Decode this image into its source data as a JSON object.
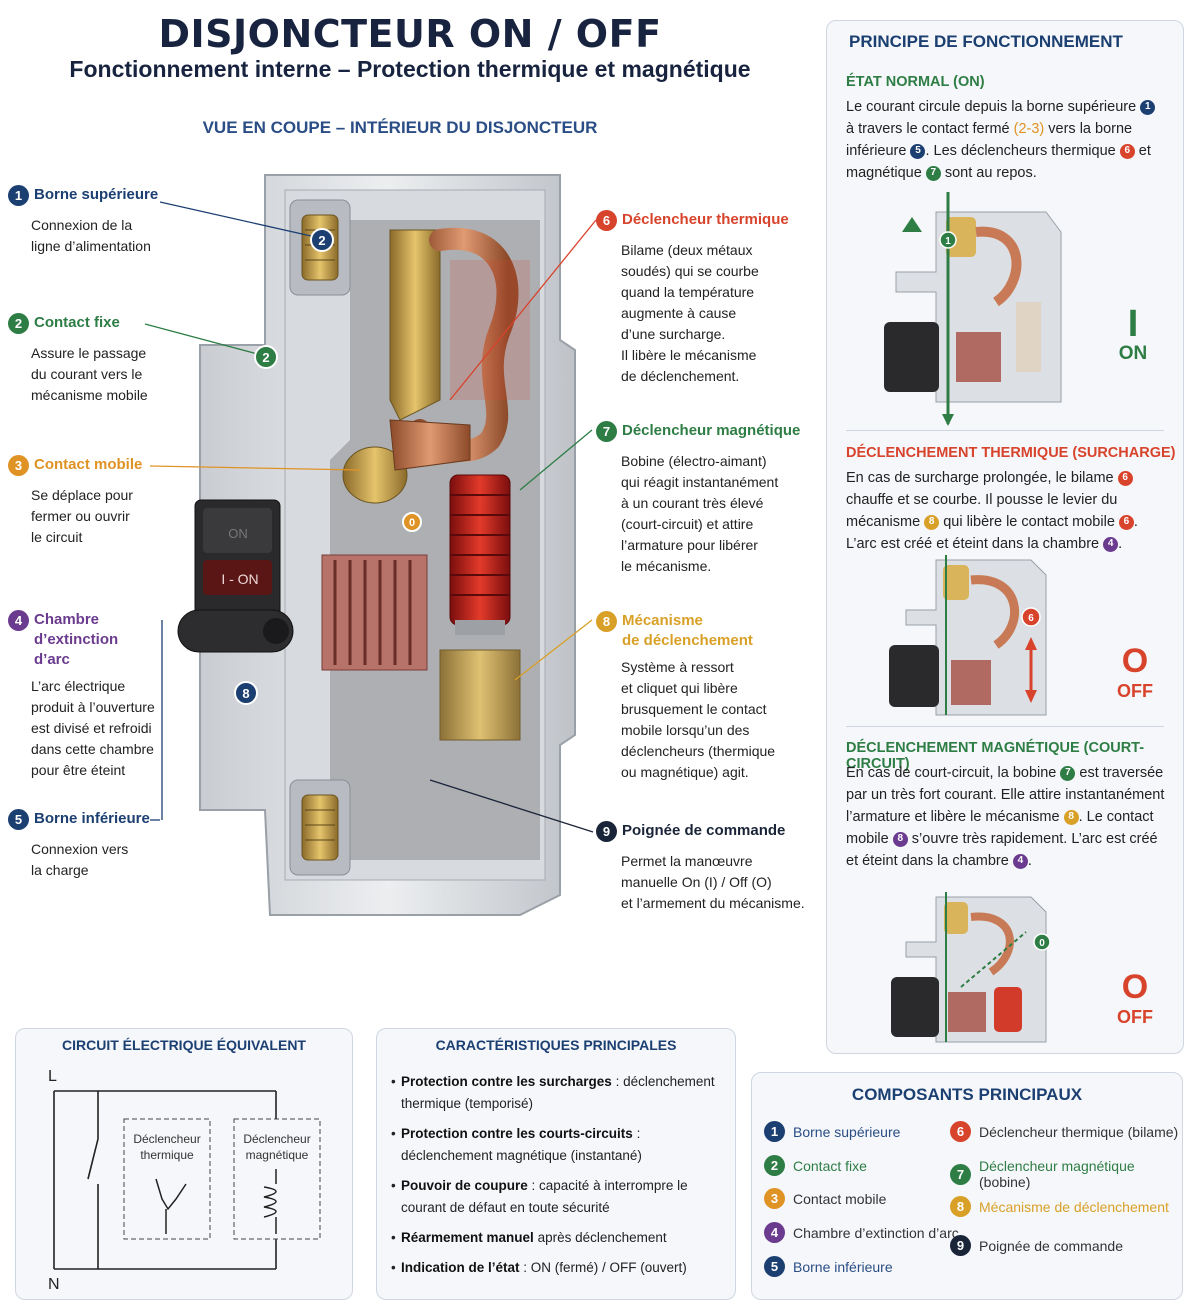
{
  "header": {
    "title": "DISJONCTEUR ON / OFF",
    "subtitle": "Fonctionnement interne – Protection thermique et magnétique",
    "section": "VUE EN COUPE – INTÉRIEUR DU DISJONCTEUR"
  },
  "labels": {
    "l1": {
      "num": "1",
      "title": "Borne supérieure",
      "desc": "Connexion de la\nligne d’alimentation"
    },
    "l2": {
      "num": "2",
      "title": "Contact fixe",
      "desc": "Assure le passage\ndu courant vers le\nmécanisme mobile"
    },
    "l3": {
      "num": "3",
      "title": "Contact mobile",
      "desc": "Se déplace pour\nfermer ou ouvrir\nle circuit"
    },
    "l4": {
      "num": "4",
      "title": "Chambre d’extinction\nd’arc",
      "desc": "L’arc électrique\nproduit à l’ouverture\nest divisé et refroidi\ndans cette chambre\npour être éteint"
    },
    "l5": {
      "num": "5",
      "title": "Borne inférieure",
      "desc": "Connexion vers\nla charge"
    },
    "l6": {
      "num": "6",
      "title": "Déclencheur thermique",
      "desc": "Bilame (deux métaux\nsoudés) qui se courbe\nquand la température\naugmente à cause\nd’une surcharge.\nIl libère le mécanisme\nde déclenchement."
    },
    "l7": {
      "num": "7",
      "title": "Déclencheur magnétique",
      "desc": "Bobine (électro-aimant)\nqui réagit instantanément\nà un courant très élevé\n(court-circuit) et attire\nl’armature pour libérer\nle mécanisme."
    },
    "l8": {
      "num": "8",
      "title": "Mécanisme\nde déclenchement",
      "desc": "Système à ressort\net cliquet qui libère\nbrusquement le contact\nmobile lorsqu’un des\ndéclencheurs (thermique\nou magnétique) agit."
    },
    "l9": {
      "num": "9",
      "title": "Poignée de commande",
      "desc": "Permet la manœuvre\nmanuelle On (I) / Off (O)\net l’armement du mécanisme."
    }
  },
  "diagram_marks": {
    "m1": "2",
    "m2": "2",
    "m3": "8",
    "m4": "0",
    "handle_text": "I - ON",
    "handle_top": "ON"
  },
  "principe": {
    "title": "PRINCIPE DE FONCTIONNEMENT",
    "s1": {
      "head": "ÉTAT NORMAL (ON)",
      "t1": "Le courant circule depuis la borne supérieure ",
      "n1": "1",
      "t2": " à travers le contact fermé ",
      "t3": "(2-3)",
      "t4": " vers la borne inférieure ",
      "n2": "5",
      "t5": ". Les déclencheurs thermique ",
      "n3": "6",
      "t6": " et magnétique ",
      "n4": "7",
      "t7": " sont au repos.",
      "big": "I",
      "small": "ON",
      "mark": "1"
    },
    "s2": {
      "head": "DÉCLENCHEMENT THERMIQUE (SURCHARGE)",
      "t1": "En cas de surcharge prolongée, le bilame ",
      "n1": "6",
      "t2": " chauffe et se courbe. Il pousse le levier du mécanisme ",
      "n2": "8",
      "t3": " qui libère le contact mobile ",
      "n3": "6",
      "t4": ". L’arc est créé et éteint dans la chambre ",
      "n4": "4",
      "t5": ".",
      "big": "O",
      "small": "OFF",
      "mark": "6"
    },
    "s3": {
      "head": "DÉCLENCHEMENT MAGNÉTIQUE (COURT-CIRCUIT)",
      "t1": "En cas de court-circuit, la bobine ",
      "n1": "7",
      "t2": " est traversée par un très fort courant. Elle attire instantanément l’armature et libère le mécanisme ",
      "n2": "8",
      "t3": ". Le contact mobile ",
      "n3": "8",
      "t4": " s’ouvre très rapidement. L’arc est créé et éteint dans la chambre ",
      "n4": "4",
      "t5": ".",
      "big": "O",
      "small": "OFF",
      "mark": "0"
    }
  },
  "circuit": {
    "title": "CIRCUIT ÉLECTRIQUE ÉQUIVALENT",
    "line": "L",
    "neutral": "N",
    "thermal_1": "Déclencheur",
    "thermal_2": "thermique",
    "magnetic_1": "Déclencheur",
    "magnetic_2": "magnétique"
  },
  "caracteristiques": {
    "title": "CARACTÉRISTIQUES PRINCIPALES",
    "items": [
      {
        "bold": "Protection contre les surcharges",
        "rest": " : déclenchement thermique (temporisé)"
      },
      {
        "bold": "Protection contre les courts-circuits",
        "rest": " : déclenchement magnétique (instantané)"
      },
      {
        "bold": "Pouvoir de coupure",
        "rest": " : capacité à interrompre le courant de défaut en toute sécurité"
      },
      {
        "bold": "Réarmement manuel",
        "rest": " après déclenchement"
      },
      {
        "bold": "Indication de l’état",
        "rest": " : ON (fermé) / OFF (ouvert)"
      }
    ]
  },
  "composants": {
    "title": "COMPOSANTS PRINCIPAUX",
    "items": [
      {
        "num": "1",
        "label": "Borne supérieure",
        "color": "#2a4d86"
      },
      {
        "num": "2",
        "label": "Contact fixe",
        "color": "#2e7d45"
      },
      {
        "num": "3",
        "label": "Contact mobile",
        "color": "#333333"
      },
      {
        "num": "4",
        "label": "Chambre d’extinction d’arc",
        "color": "#333333"
      },
      {
        "num": "5",
        "label": "Borne inférieure",
        "color": "#2a4d86"
      },
      {
        "num": "6",
        "label": "Déclencheur thermique (bilame)",
        "color": "#333333"
      },
      {
        "num": "7",
        "label": "Déclencheur magnétique",
        "extra": " (bobine)",
        "color": "#2e7d45"
      },
      {
        "num": "8",
        "label": "Mécanisme de déclenchement",
        "color": "#d9a028"
      },
      {
        "num": "9",
        "label": "Poignée de commande",
        "color": "#333333"
      }
    ]
  },
  "colors": {
    "navy": "#1c3f72",
    "green": "#2e7d45",
    "orange": "#e09325",
    "purple": "#6b3b8f",
    "red": "#d8432c",
    "gold": "#d9a028",
    "dark": "#1a2438"
  }
}
